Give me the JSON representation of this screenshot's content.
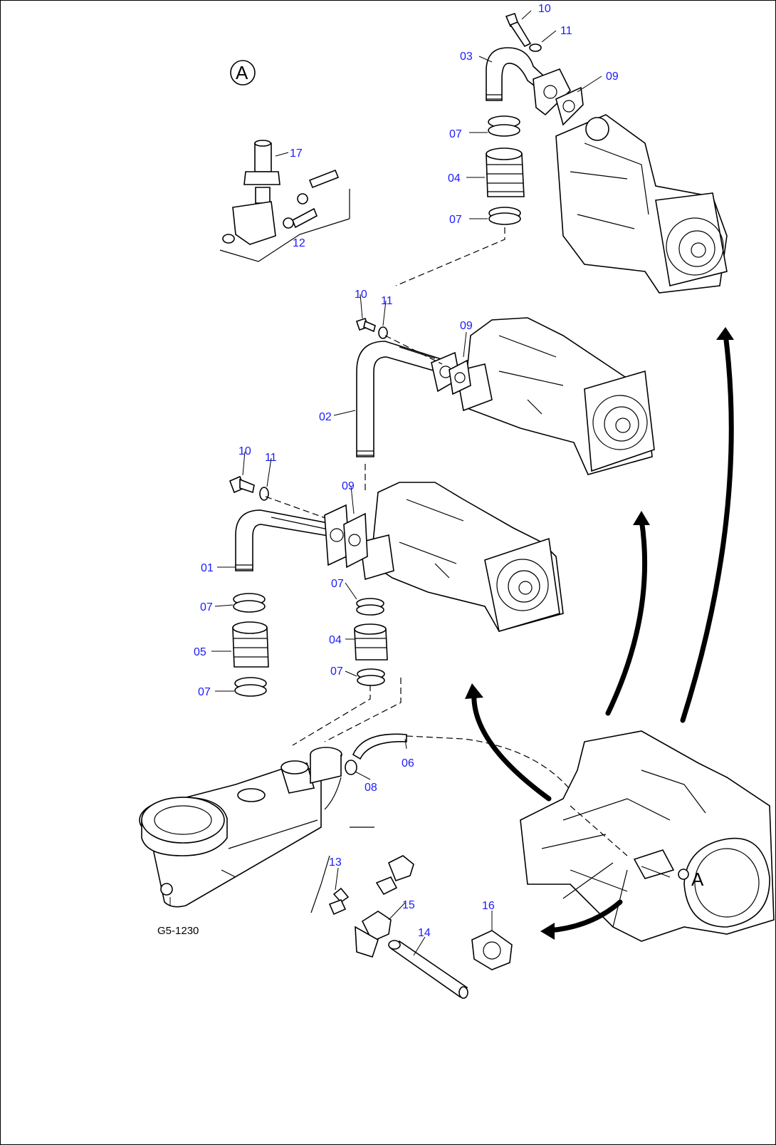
{
  "detail_label": "A",
  "detail_circle_label": "A",
  "figure_ref": "G5-1230",
  "callouts": {
    "c10_top": "10",
    "c11_top": "11",
    "c03": "03",
    "c09_top": "09",
    "c07_a": "07",
    "c04_top": "04",
    "c07_b": "07",
    "c17": "17",
    "c12": "12",
    "c10_mid": "10",
    "c11_mid": "11",
    "c09_mid": "09",
    "c02": "02",
    "c10_low": "10",
    "c11_low": "11",
    "c09_low": "09",
    "c01": "01",
    "c07_c": "07",
    "c07_d": "07",
    "c05": "05",
    "c07_e": "07",
    "c04_low": "04",
    "c07_f": "07",
    "c06": "06",
    "c08": "08",
    "c13": "13",
    "c15": "15",
    "c14": "14",
    "c16": "16"
  }
}
